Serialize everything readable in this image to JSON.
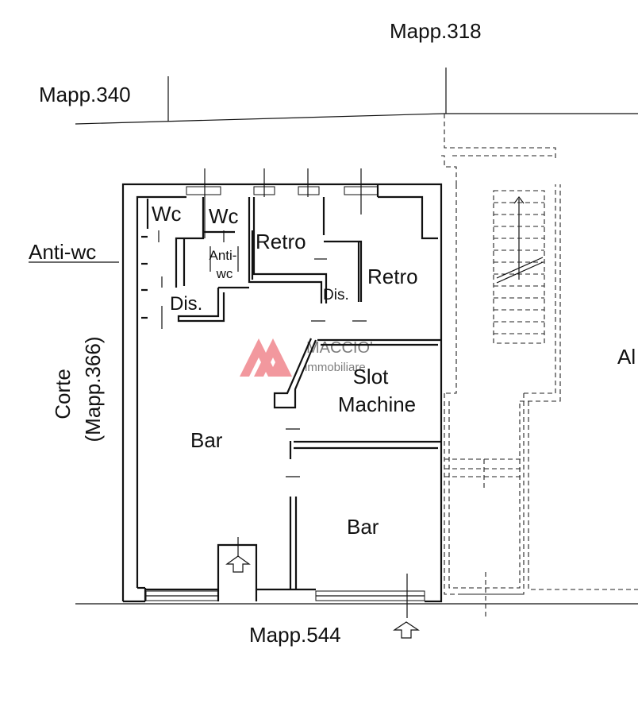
{
  "neighbors": {
    "north_right": "Mapp.318",
    "north_left": "Mapp.340",
    "south": "Mapp.544",
    "west_line1": "Corte",
    "west_line2": "(Mapp.366)",
    "east_cut": "Al"
  },
  "rooms": {
    "wc_left": "Wc",
    "wc_right": "Wc",
    "anti_wc_inner_line1": "Anti-",
    "anti_wc_inner_line2": "wc",
    "anti_wc_outer": "Anti-wc",
    "dis_left": "Dis.",
    "dis_right": "Dis.",
    "retro_top": "Retro",
    "retro_right": "Retro",
    "slot_line1": "Slot",
    "slot_line2": "Machine",
    "bar_main": "Bar",
    "bar_small": "Bar"
  },
  "watermark": {
    "brand": "MACCIO'",
    "subtitle": "immobiliare",
    "color": "#e8454f"
  }
}
